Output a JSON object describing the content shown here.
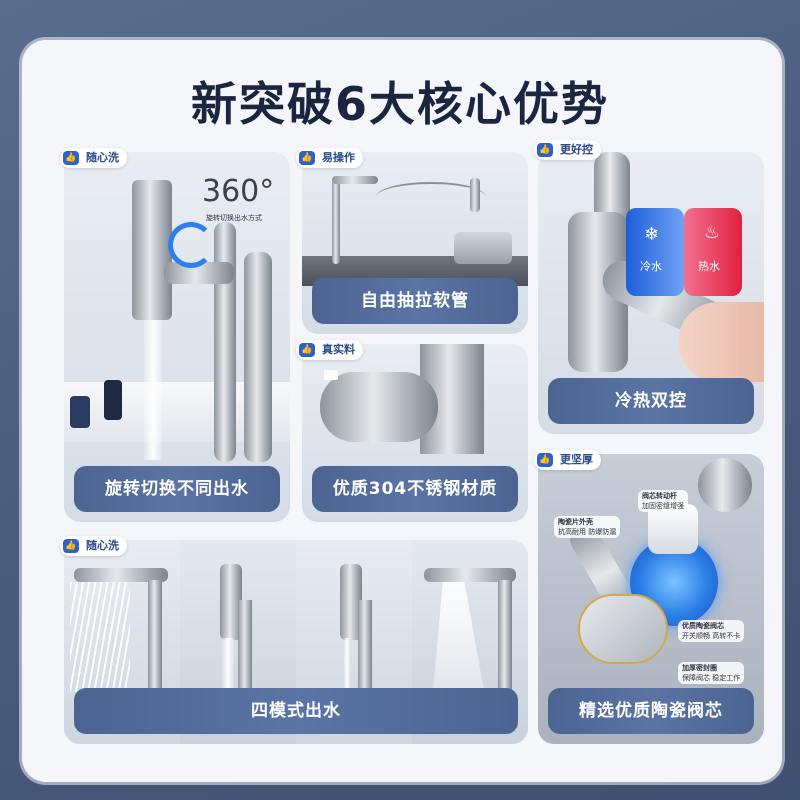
{
  "title": "新突破6大核心优势",
  "cards": [
    {
      "tag": "随心洗",
      "caption": "旋转切换不同出水",
      "badge_big": "360°",
      "badge_small": "旋转切换出水方式"
    },
    {
      "tag": "易操作",
      "caption": "自由抽拉软管"
    },
    {
      "tag": "更好控",
      "caption": "冷热双控",
      "cold_label": "冷水",
      "hot_label": "热水"
    },
    {
      "tag": "真实料",
      "caption": "优质304不锈钢材质"
    },
    {
      "tag": "更坚厚",
      "caption": "精选优质陶瓷阀芯",
      "callouts": [
        "阀芯转动杆",
        "陶瓷片外壳",
        "优质陶瓷阀芯",
        "加厚密封圈"
      ],
      "callout_subs": [
        "加固密缝增强",
        "抗高耐用 防爆防漏",
        "开关顺畅 高转不卡",
        "保障阀芯 稳定工作"
      ]
    },
    {
      "tag": "随心洗",
      "caption": "四模式出水"
    }
  ],
  "colors": {
    "accent": "#2d62c8",
    "caption_bg": "#4c6492",
    "title": "#1b2540",
    "cold": "#2a6ee0",
    "hot": "#e83050"
  },
  "icons": {
    "tag_icon": "thumbs-up-icon",
    "cold_icon": "snowflake-icon",
    "hot_icon": "steam-icon"
  }
}
